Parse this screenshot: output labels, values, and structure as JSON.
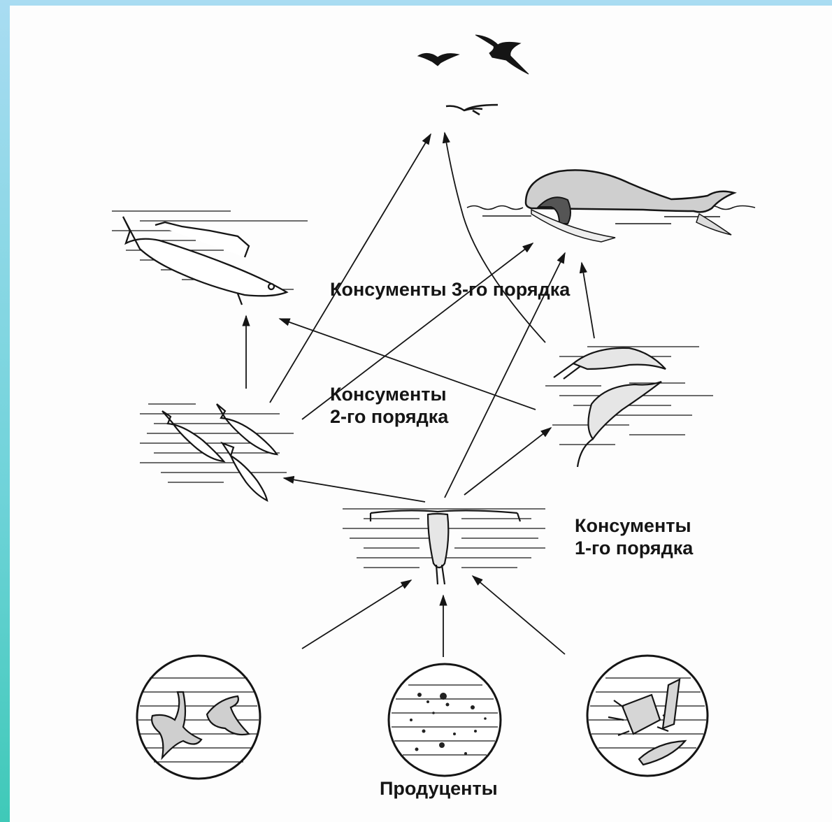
{
  "labels": {
    "level3": "Консументы 3-го порядка",
    "level2_line1": "Консументы",
    "level2_line2": "2-го порядка",
    "level1_line1": "Консументы",
    "level1_line2": "1-го порядка",
    "producers": "Продуценты"
  },
  "illustrations": [
    "seabirds",
    "whale",
    "large-fish",
    "small-fish",
    "krill",
    "copepod",
    "algae-circle-left",
    "algae-circle-center",
    "algae-circle-right"
  ],
  "colors": {
    "ink": "#151515",
    "frame_top": "#a9dcf2",
    "frame_bottom": "#3fc9b8"
  }
}
